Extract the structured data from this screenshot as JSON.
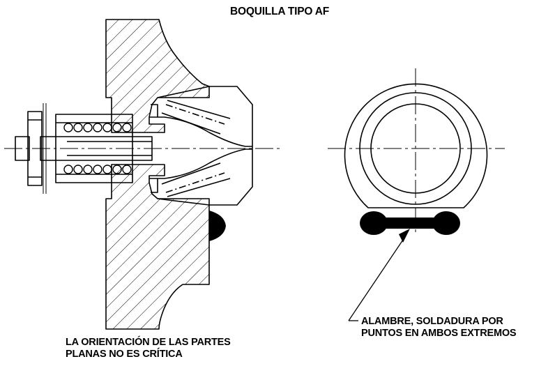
{
  "title": "BOQUILLA TIPO AF",
  "notes": {
    "orientation": {
      "line1": "LA ORIENTACIÓN DE LAS PARTES",
      "line2": "PLANAS NO ES CRÍTICA"
    },
    "wire": {
      "line1": "ALAMBRE, SOLDADURA POR",
      "line2": "PUNTOS EN AMBOS EXTREMOS"
    }
  }
}
